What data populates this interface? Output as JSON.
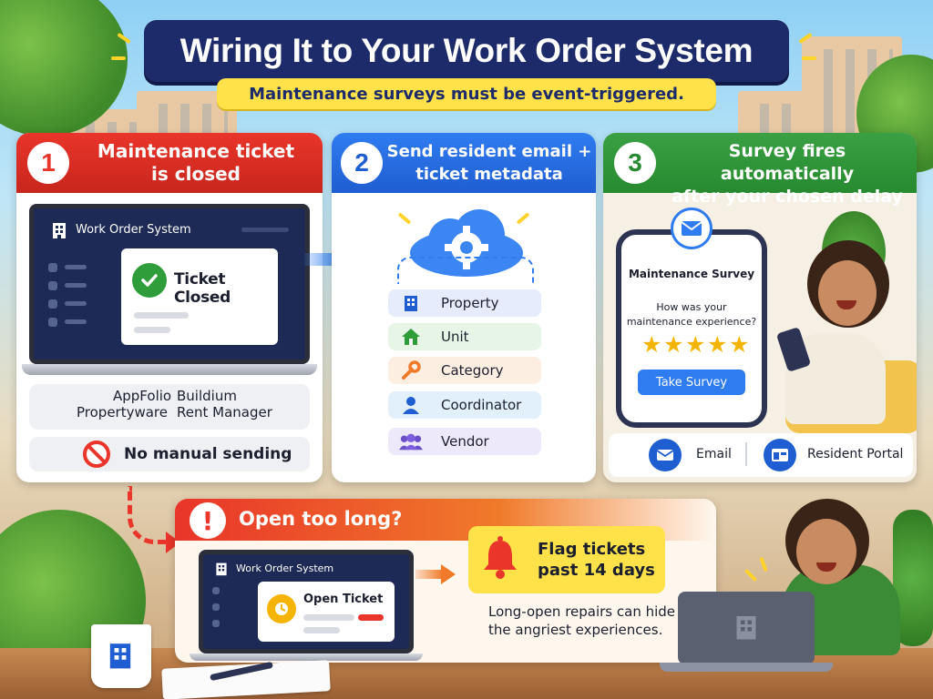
{
  "title": "Wiring It to Your Work Order System",
  "subtitle": "Maintenance surveys must be event-triggered.",
  "step1": {
    "number": "1",
    "heading_line1": "Maintenance ticket",
    "heading_line2": "is closed",
    "app_title": "Work Order System",
    "status": "Ticket Closed",
    "systems": [
      "AppFolio",
      "Buildium",
      "Propertyware",
      "Rent Manager"
    ],
    "warning": "No manual sending"
  },
  "step2": {
    "number": "2",
    "heading_line1": "Send resident email +",
    "heading_line2": "ticket metadata",
    "metadata": [
      {
        "label": "Property",
        "icon": "building-icon",
        "color": "#e6ecfb"
      },
      {
        "label": "Unit",
        "icon": "home-icon",
        "color": "#e6f5e6"
      },
      {
        "label": "Category",
        "icon": "wrench-icon",
        "color": "#fdeee2"
      },
      {
        "label": "Coordinator",
        "icon": "person-icon",
        "color": "#e2f0fb"
      },
      {
        "label": "Vendor",
        "icon": "group-icon",
        "color": "#eee8fb"
      }
    ]
  },
  "step3": {
    "number": "3",
    "heading_line1": "Survey fires automatically",
    "heading_line2": "after your chosen delay",
    "survey_title": "Maintenance Survey",
    "question_line1": "How was your",
    "question_line2": "maintenance experience?",
    "button": "Take Survey",
    "channel_email": "Email",
    "channel_portal": "Resident Portal"
  },
  "alert": {
    "heading": "Open too long?",
    "app_title": "Work Order System",
    "status": "Open Ticket",
    "flag_line1": "Flag tickets",
    "flag_line2": "past 14 days",
    "note_line1": "Long-open repairs can hide",
    "note_line2": "the angriest experiences."
  },
  "colors": {
    "navy": "#1d2b6b",
    "yellow": "#ffe24a",
    "red": "#e9352a",
    "blue": "#2f7cf0",
    "green": "#3aa043",
    "orange": "#f07a2a"
  }
}
